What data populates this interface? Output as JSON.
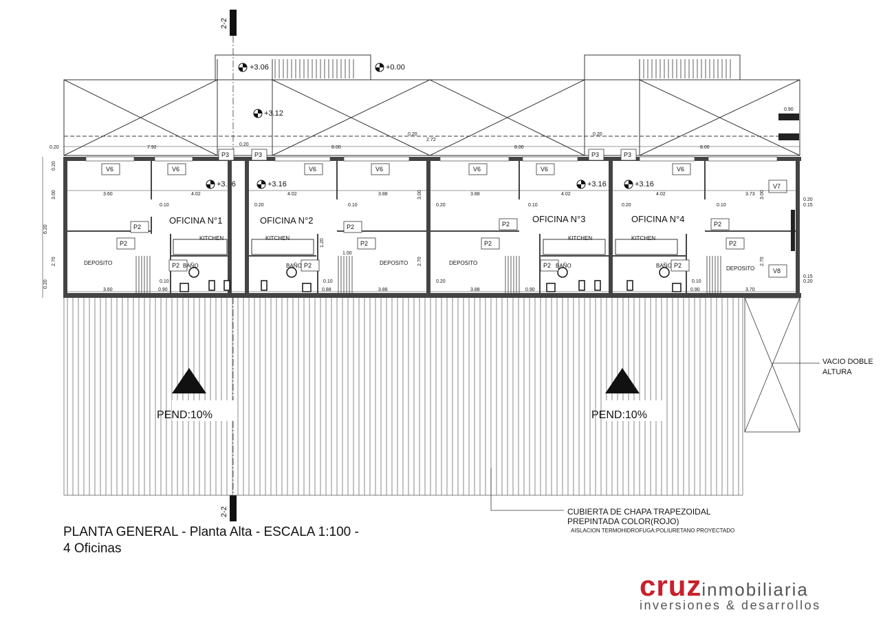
{
  "offices": [
    "OFICINA N°1",
    "OFICINA N°2",
    "OFICINA N°3",
    "OFICINA N°4"
  ],
  "rooms": {
    "kitchen": "KITCHEN",
    "bath": "BAÑO",
    "deposit": "DEPOSITO"
  },
  "section_mark": "2-2",
  "levels": {
    "top_left": "+3.06",
    "ground": "+0.00",
    "stair": "+3.12",
    "floor": "+3.16"
  },
  "dims": {
    "w_first": "7.92",
    "w_bay": "8.00",
    "wall": "0.20",
    "small": "0.10",
    "w360": "3.60",
    "w402": "4.02",
    "w388": "3.88",
    "w373": "3.73",
    "h300": "3.00",
    "h270": "2.70",
    "h620": "6.20",
    "w090": "0.90",
    "w088": "0.88",
    "w272": "2.72",
    "h120": "1.20",
    "h100": "1.00",
    "w370": "3.70",
    "w015": "0.15",
    "h090": "0.90"
  },
  "openings": {
    "v6": "V6",
    "v7": "V7",
    "v8": "V8",
    "p2": "P2",
    "p3": "P3"
  },
  "roof_slope": "PEND:10%",
  "vacio_note": [
    "VACIO DOBLE",
    "ALTURA"
  ],
  "roof_note": [
    "CUBIERTA DE CHAPA TRAPEZOIDAL",
    "PREPINTADA COLOR(ROJO)",
    "AISLACION TERMOHIDROFUGA:POLIURETANO PROYECTADO"
  ],
  "caption": [
    "PLANTA GENERAL - Planta Alta - ESCALA 1:100 -",
    "4 Oficinas"
  ],
  "logo": {
    "brand": "cruz",
    "rest": "inmobiliaria",
    "tagline": "inversiones & desarrollos",
    "brand_color": "#c8202a"
  }
}
